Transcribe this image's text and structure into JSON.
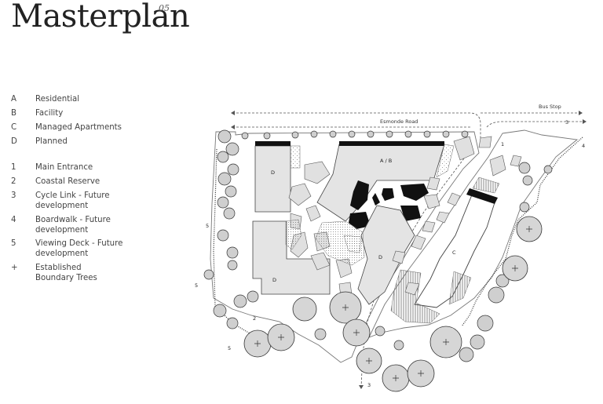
{
  "title": "Masterplan",
  "title_sup": "05",
  "legend_zones": [
    {
      "key": "A",
      "label": "Residential"
    },
    {
      "key": "B",
      "label": "Facility"
    },
    {
      "key": "C",
      "label": "Managed Apartments"
    },
    {
      "key": "D",
      "label": "Planned"
    }
  ],
  "legend_features": [
    {
      "key": "1",
      "label": "Main Entrance"
    },
    {
      "key": "2",
      "label": "Coastal Reserve"
    },
    {
      "key": "3",
      "label": "Cycle Link - Future development"
    },
    {
      "key": "4",
      "label": "Boardwalk - Future development"
    },
    {
      "key": "5",
      "label": "Viewing Deck - Future development"
    },
    {
      "key": "+",
      "label": "Established Boundary Trees"
    }
  ],
  "map": {
    "road_label": "Esmonde Road",
    "bus_stop_label": "Bus Stop",
    "building_ab_label": "A / B",
    "building_c_label": "C",
    "building_d_label": "D",
    "marker_1": "1",
    "marker_2": "2",
    "marker_3": "3",
    "marker_4": "4",
    "marker_5": "5"
  }
}
